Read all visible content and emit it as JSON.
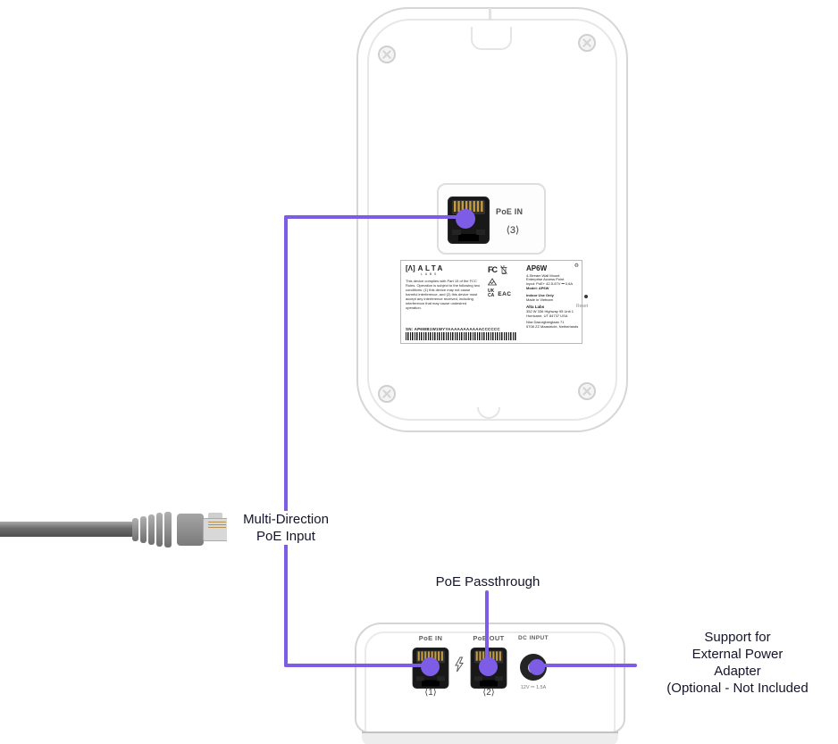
{
  "colors": {
    "accent": "#7d5ce6",
    "annotation_text": "#14142b"
  },
  "annotations": {
    "multi_direction_line1": "Multi-Direction",
    "multi_direction_line2": "PoE Input",
    "poe_passthrough": "PoE Passthrough",
    "external_power_line1": "Support for",
    "external_power_line2": "External Power",
    "external_power_line3": "Adapter",
    "external_power_line4": "(Optional - Not Included"
  },
  "top_device": {
    "port_label": "PoE IN",
    "port_number": "⟨3⟩",
    "reset_label": "Reset",
    "label": {
      "logo_bracket": "[Λ]",
      "logo_main": "ALTA",
      "logo_sub": "LABS",
      "compliance": "This device complies with Part 15 of the FCC Rules. Operation is subject to the following two conditions: (1) this device may not cause harmful interference, and (2) this device must accept any interference received, including interference that may cause undesired operation.",
      "serial": "SN: AP6WB1W1WYYAAAAAAAAAAACCCCCC",
      "mark_fcc": "FC",
      "mark_ukca_line1": "UK",
      "mark_ukca_line2": "CA",
      "mark_eac": "EAC",
      "recycle_mark": "♻",
      "model_name": "AP6W",
      "desc_line1": "4-Stream Wall Mount",
      "desc_line2": "Enterprise Access Point",
      "input": "Input: PoE+ 42.5-57V ⎓ 0.6A",
      "model": "Model: AP6W",
      "indoor": "Indoor Use Only",
      "made_in": "Made in Vietnam",
      "mfr_name": "Alta Labs",
      "mfr_addr1": "352 W 336 Highway 95 Unit 1",
      "mfr_addr2": "Hurricane, UT 84737 USA",
      "eu_addr1": "Nira Dazorgberglaan 71",
      "eu_addr2": "5708 ZZ Maastricht, Netherlands"
    }
  },
  "bottom_device": {
    "poe_in_label": "PoE IN",
    "poe_in_number": "⟨1⟩",
    "poe_out_label": "PoE OUT",
    "poe_out_number": "⟨2⟩",
    "dc_label": "DC INPUT",
    "dc_rating": "12V ⎓ 1.5A"
  }
}
